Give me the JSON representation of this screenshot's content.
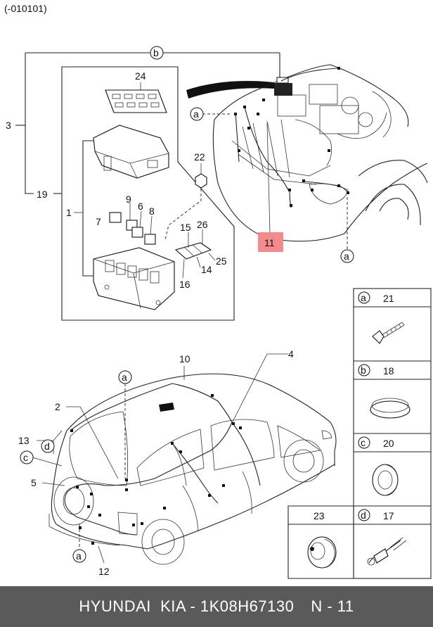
{
  "header": {
    "date_code": "(-010101)"
  },
  "callouts": {
    "b_top": "b",
    "a_left": "a",
    "a_engine_bottom": "a",
    "a_rear_top": "a",
    "a_rear_bottom": "a",
    "c_rear": "c",
    "d_rear": "d"
  },
  "part_numbers": {
    "p1": "1",
    "p2": "2",
    "p3": "3",
    "p4": "4",
    "p5": "5",
    "p6": "6",
    "p7": "7",
    "p8": "8",
    "p9": "9",
    "p10": "10",
    "p11": "11",
    "p12": "12",
    "p13": "13",
    "p14": "14",
    "p15": "15",
    "p16": "16",
    "p19": "19",
    "p22": "22",
    "p24": "24",
    "p25": "25",
    "p26": "26"
  },
  "highlight": {
    "label": "11",
    "color": "#f28b8b"
  },
  "legend": [
    {
      "letter": "a",
      "part": "21",
      "icon": "bolt-icon"
    },
    {
      "letter": "b",
      "part": "18",
      "icon": "plug-cap-icon"
    },
    {
      "letter": "c",
      "part": "20",
      "icon": "grommet-icon"
    },
    {
      "letter": "d",
      "part": "17",
      "icon": "wire-protector-icon"
    }
  ],
  "legend_extra": {
    "part": "23",
    "icon": "round-grommet-icon"
  },
  "footer": {
    "brand": "HYUNDAI  KIA - 1K08H67130",
    "page": "N - 11",
    "bg_color": "#5a5a5a"
  }
}
